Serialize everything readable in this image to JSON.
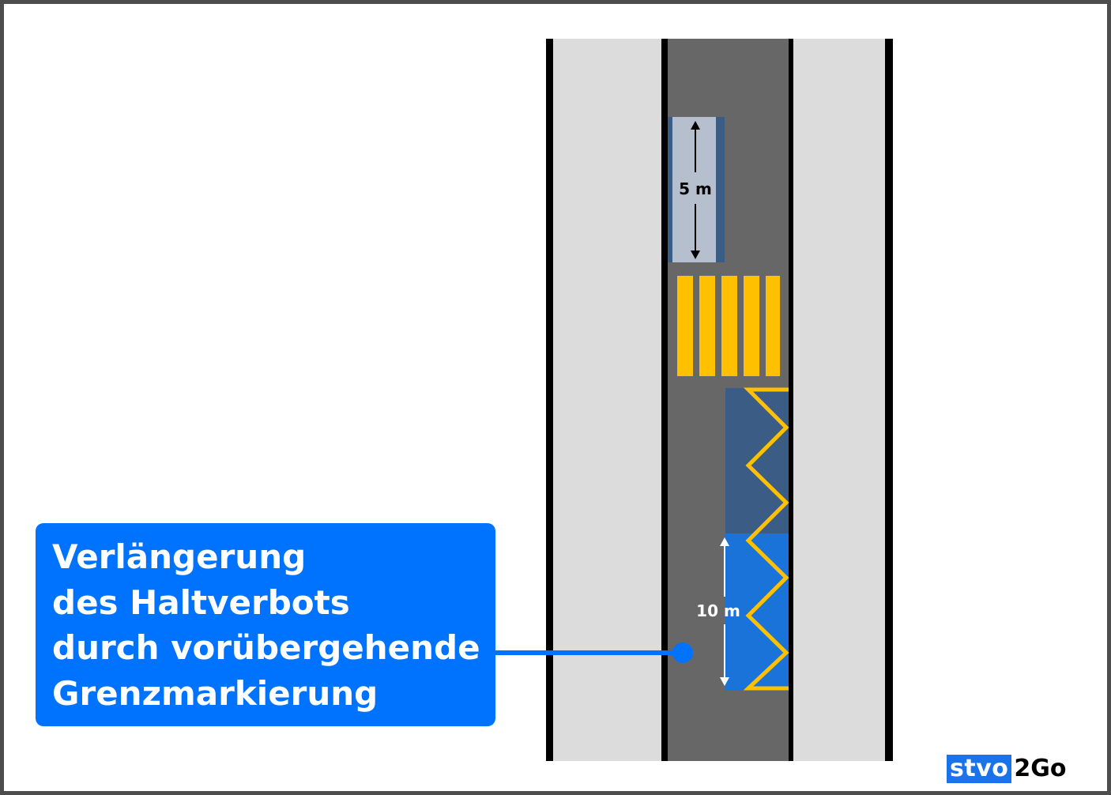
{
  "callout": {
    "lines": [
      "Verlängerung",
      "des Haltverbots",
      "durch vorübergehende",
      "Grenzmarkierung"
    ],
    "color": "#0073fe"
  },
  "measurements": {
    "parking_length": "5 m",
    "extension_length": "10 m"
  },
  "logo": {
    "part1": "stvo",
    "part2": "2Go"
  },
  "colors": {
    "sidewalk": "#dcdcdc",
    "road": "#676767",
    "crosswalk": "#ffc000",
    "parking_bay": "#b5bfce",
    "bus_stop_zone": "#3b5c85",
    "extension_zone": "#1a73d9",
    "zigzag": "#ffc000"
  }
}
